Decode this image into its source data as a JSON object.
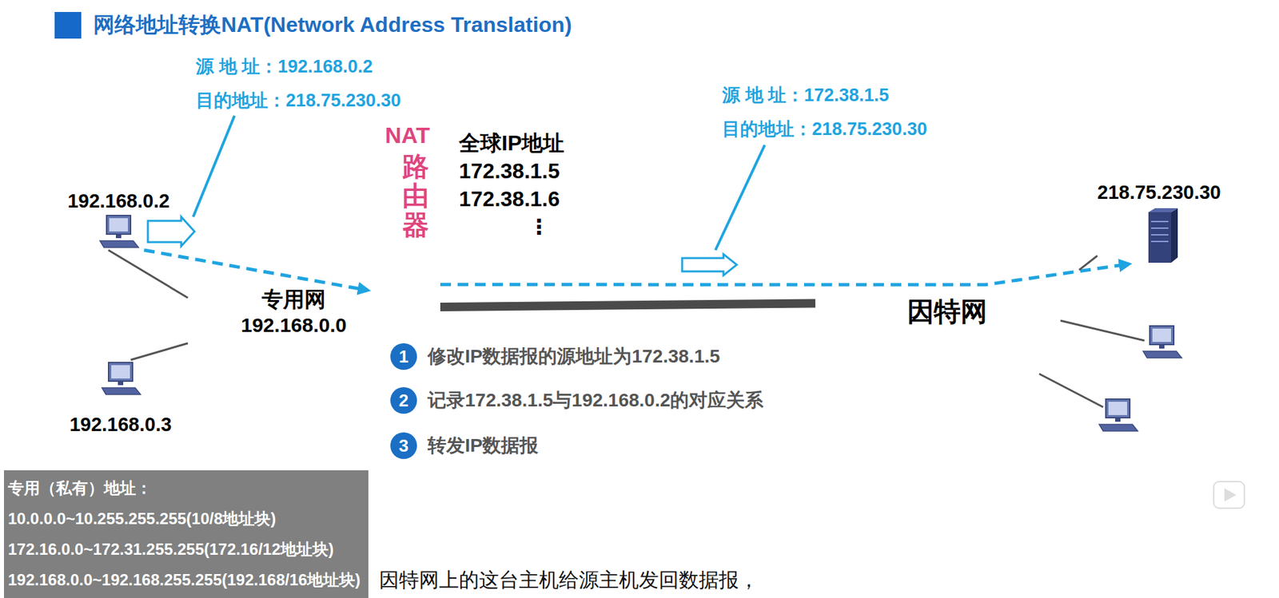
{
  "diagram": {
    "title": "网络地址转换NAT(Network Address Translation)",
    "nodes": [
      {
        "text": [
          "192.168.0.2"
        ]
      },
      {
        "text": [
          "全球IP地址",
          "172.38.1.5",
          "172.38.1.6",
          "⋮"
        ]
      },
      {
        "text": [
          "专用网",
          "192.168.0.0"
        ]
      },
      {
        "text": [
          "ROUTER"
        ]
      },
      {
        "text": [
          "因特网"
        ]
      },
      {
        "text": [
          "218.75.230.30"
        ]
      },
      {
        "text": [
          "192.168.0.3"
        ]
      },
      {
        "text": [
          "1"
        ]
      },
      {
        "text": [
          "2"
        ]
      },
      {
        "text": [
          "3"
        ]
      },
      {
        "text": [
          "专用（私有）地址：",
          "10.0.0.0~10.255.255.255(10/8地址块)",
          "172.16.0.0~172.31.255.255(172.16/12地址块)",
          "192.168.0.0~192.168.255.255(192.168/16地址块)"
        ]
      }
    ],
    "edges": [
      {
        "from": 0,
        "to": 3,
        "arrow": "to"
      },
      {
        "from": 3,
        "to": 5,
        "arrow": "to"
      },
      {
        "from": 0,
        "to": 2,
        "arrow": "none"
      },
      {
        "from": 6,
        "to": 2,
        "arrow": "none"
      },
      {
        "from": 3,
        "to": 4,
        "arrow": "none"
      },
      {
        "from": 4,
        "to": 5,
        "arrow": "none"
      }
    ],
    "labels": [
      "源 地 址：192.168.0.2",
      "目的地址：218.75.230.30",
      "源 地 址：172.38.1.5",
      "目的地址：218.75.230.30",
      "NAT",
      "路由器",
      "修改IP数据报的源地址为172.38.1.5",
      "记录172.38.1.5与192.168.0.2的对应关系",
      "转发IP数据报",
      "因特网上的这台主机给源主机发回数据报，"
    ]
  }
}
